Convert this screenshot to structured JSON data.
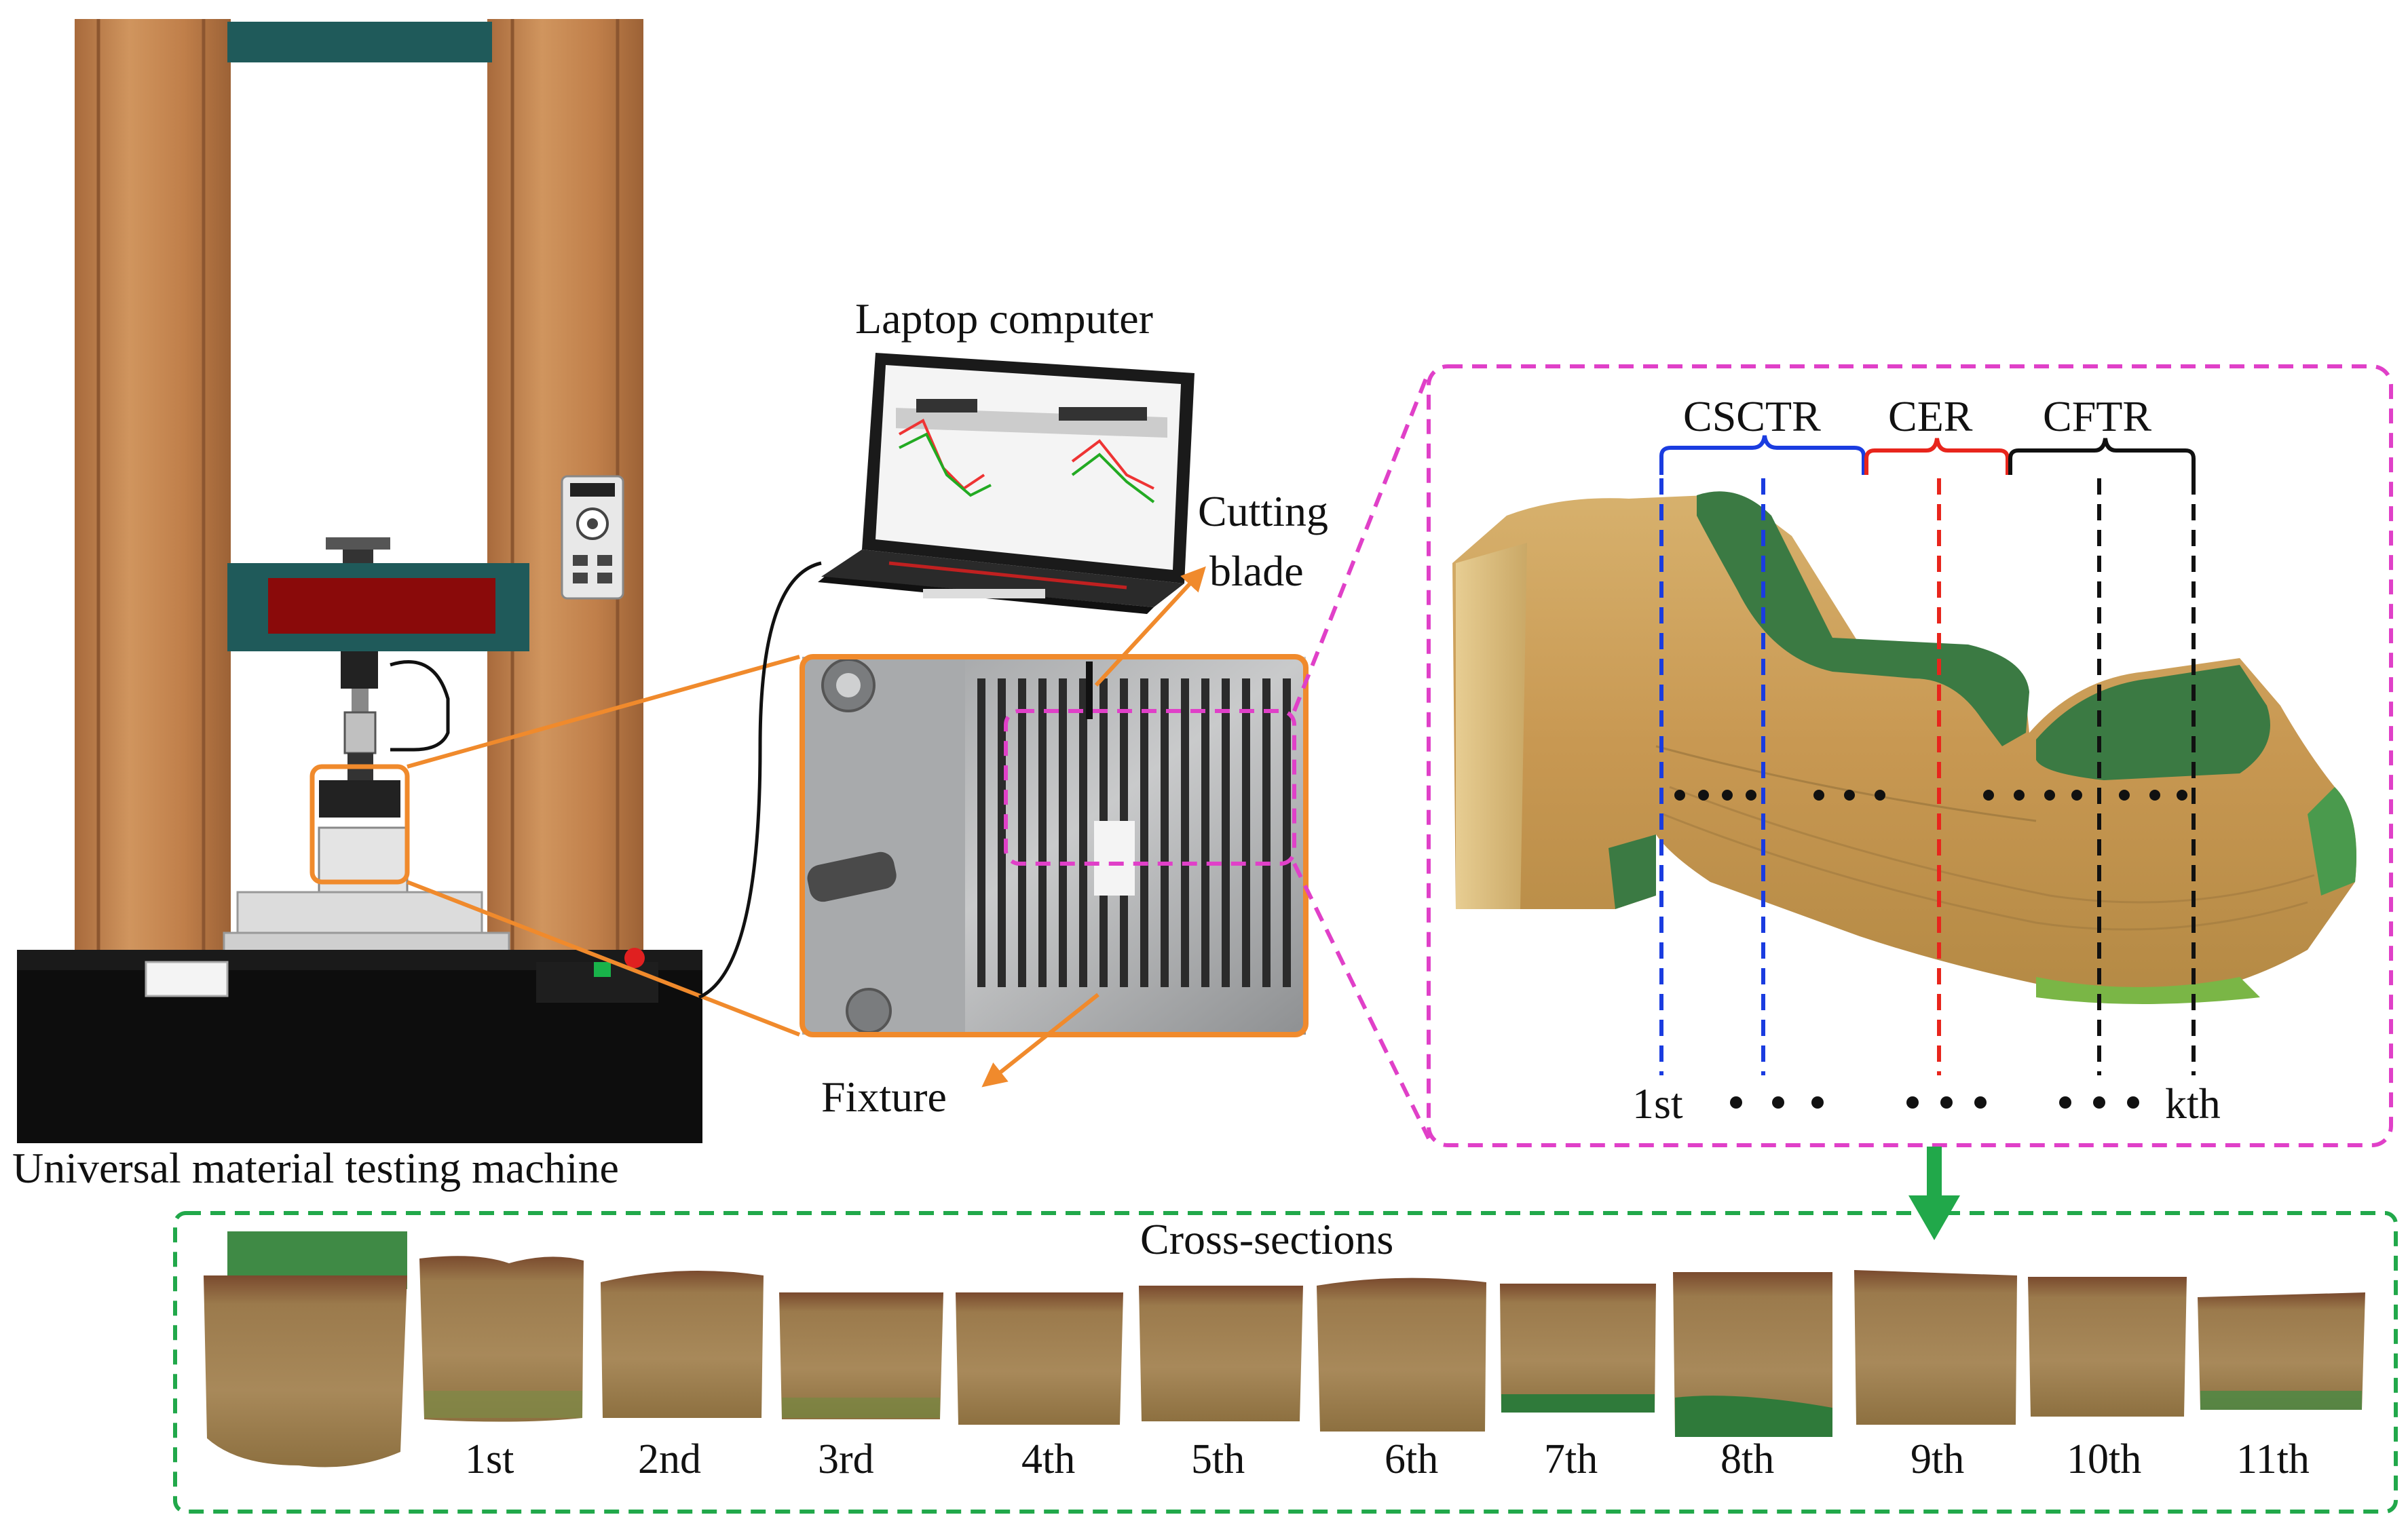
{
  "labels": {
    "machine": "Universal material testing machine",
    "laptop": "Laptop computer",
    "cutting_blade_line1": "Cutting",
    "cutting_blade_line2": "blade",
    "fixture": "Fixture",
    "cross_sections": "Cross-sections"
  },
  "regions": {
    "cscr": "CSCTR",
    "cer": "CER",
    "cftr": "CFTR"
  },
  "section_markers": {
    "first": "1st",
    "last": "kth"
  },
  "cross_section_labels": [
    "1st",
    "2nd",
    "3rd",
    "4th",
    "5th",
    "6th",
    "7th",
    "8th",
    "9th",
    "10th",
    "11th"
  ],
  "colors": {
    "orange": "#f08a2c",
    "magenta": "#e040c8",
    "green": "#21a84a",
    "blue": "#1a3ce0",
    "red": "#e8251c",
    "black": "#111111",
    "wood": "#c48752",
    "teal": "#1f5a5a"
  }
}
